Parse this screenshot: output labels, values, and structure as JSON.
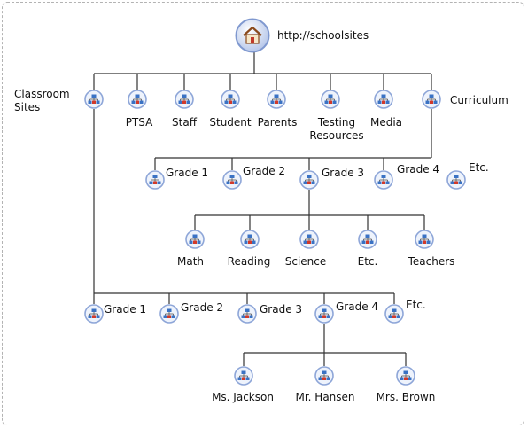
{
  "root": {
    "label": "http://schoolsites",
    "icon": "home-icon"
  },
  "top_level": {
    "classroom": "Classroom\nSites",
    "ptsa": "PTSA",
    "staff": "Staff",
    "student": "Student",
    "parents": "Parents",
    "testing": "Testing\nResources",
    "media": "Media",
    "curriculum": "Curriculum"
  },
  "curriculum_children": {
    "grade1": "Grade 1",
    "grade2": "Grade 2",
    "grade3": "Grade 3",
    "grade4": "Grade 4",
    "etc": "Etc."
  },
  "grade3_children": {
    "math": "Math",
    "reading": "Reading",
    "science": "Science",
    "etc": "Etc.",
    "teachers": "Teachers"
  },
  "classroom_children": {
    "grade1": "Grade 1",
    "grade2": "Grade 2",
    "grade3": "Grade 3",
    "grade4": "Grade 4",
    "etc": "Etc."
  },
  "grade4_children": {
    "jackson": "Ms. Jackson",
    "hansen": "Mr. Hansen",
    "brown": "Mrs. Brown"
  },
  "colors": {
    "line": "#333333",
    "node_ring": "#8ea6d8",
    "node_fill": "#eef3fc",
    "sitemap_blue": "#3a72c4",
    "sitemap_red": "#d23a2a",
    "frame": "#b3b3b3"
  },
  "node_icon": "sitemap-icon"
}
